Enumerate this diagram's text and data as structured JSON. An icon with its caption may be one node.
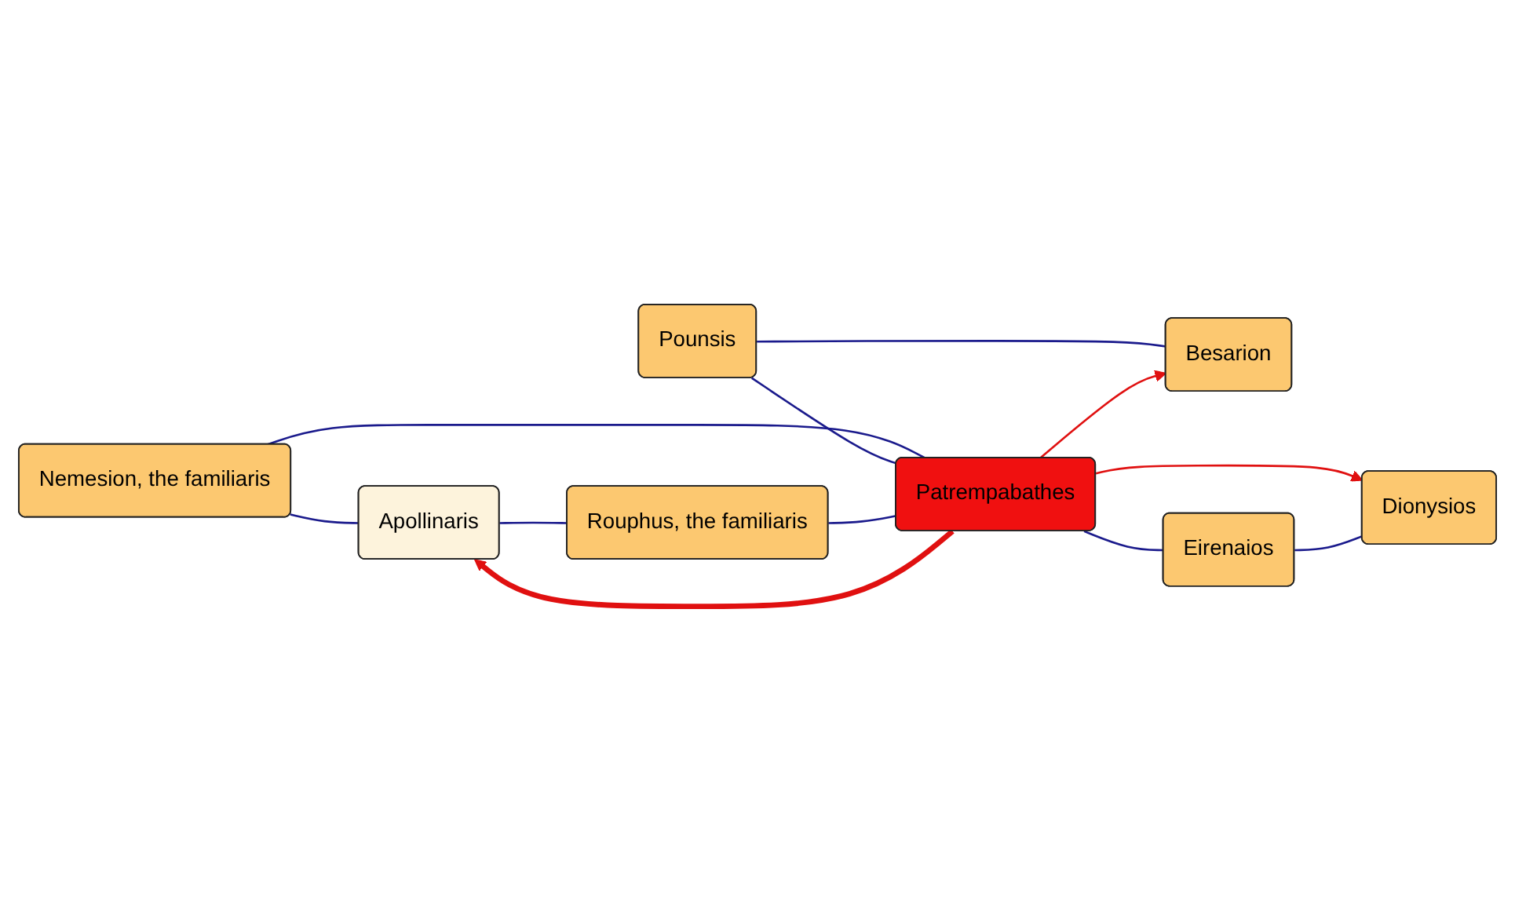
{
  "diagram": {
    "nodes": [
      {
        "text": [
          "Nemesion, the familiaris"
        ]
      },
      {
        "text": [
          "Pounsis"
        ]
      },
      {
        "text": [
          "Apollinaris"
        ]
      },
      {
        "text": [
          "Patrempabathes"
        ]
      },
      {
        "text": [
          "Besarion"
        ]
      },
      {
        "text": [
          "Rouphus, the familiaris"
        ]
      },
      {
        "text": [
          "Dionysios"
        ]
      },
      {
        "text": [
          "Eirenaios"
        ]
      }
    ],
    "edges": [
      {
        "from": 0,
        "to": 2,
        "arrow": "none"
      },
      {
        "from": 0,
        "to": 3,
        "arrow": "none"
      },
      {
        "from": 1,
        "to": 3,
        "arrow": "none"
      },
      {
        "from": 1,
        "to": 4,
        "arrow": "none"
      },
      {
        "from": 3,
        "to": 2,
        "arrow": "to",
        "style": "thick",
        "color": "#e01010"
      },
      {
        "from": 3,
        "to": 4,
        "arrow": "to",
        "color": "#e01010"
      },
      {
        "from": 2,
        "to": 5,
        "arrow": "none"
      },
      {
        "from": 5,
        "to": 3,
        "arrow": "none"
      },
      {
        "from": 3,
        "to": 6,
        "arrow": "to",
        "color": "#e01010"
      },
      {
        "from": 3,
        "to": 7,
        "arrow": "none"
      },
      {
        "from": 7,
        "to": 6,
        "arrow": "none"
      }
    ]
  }
}
